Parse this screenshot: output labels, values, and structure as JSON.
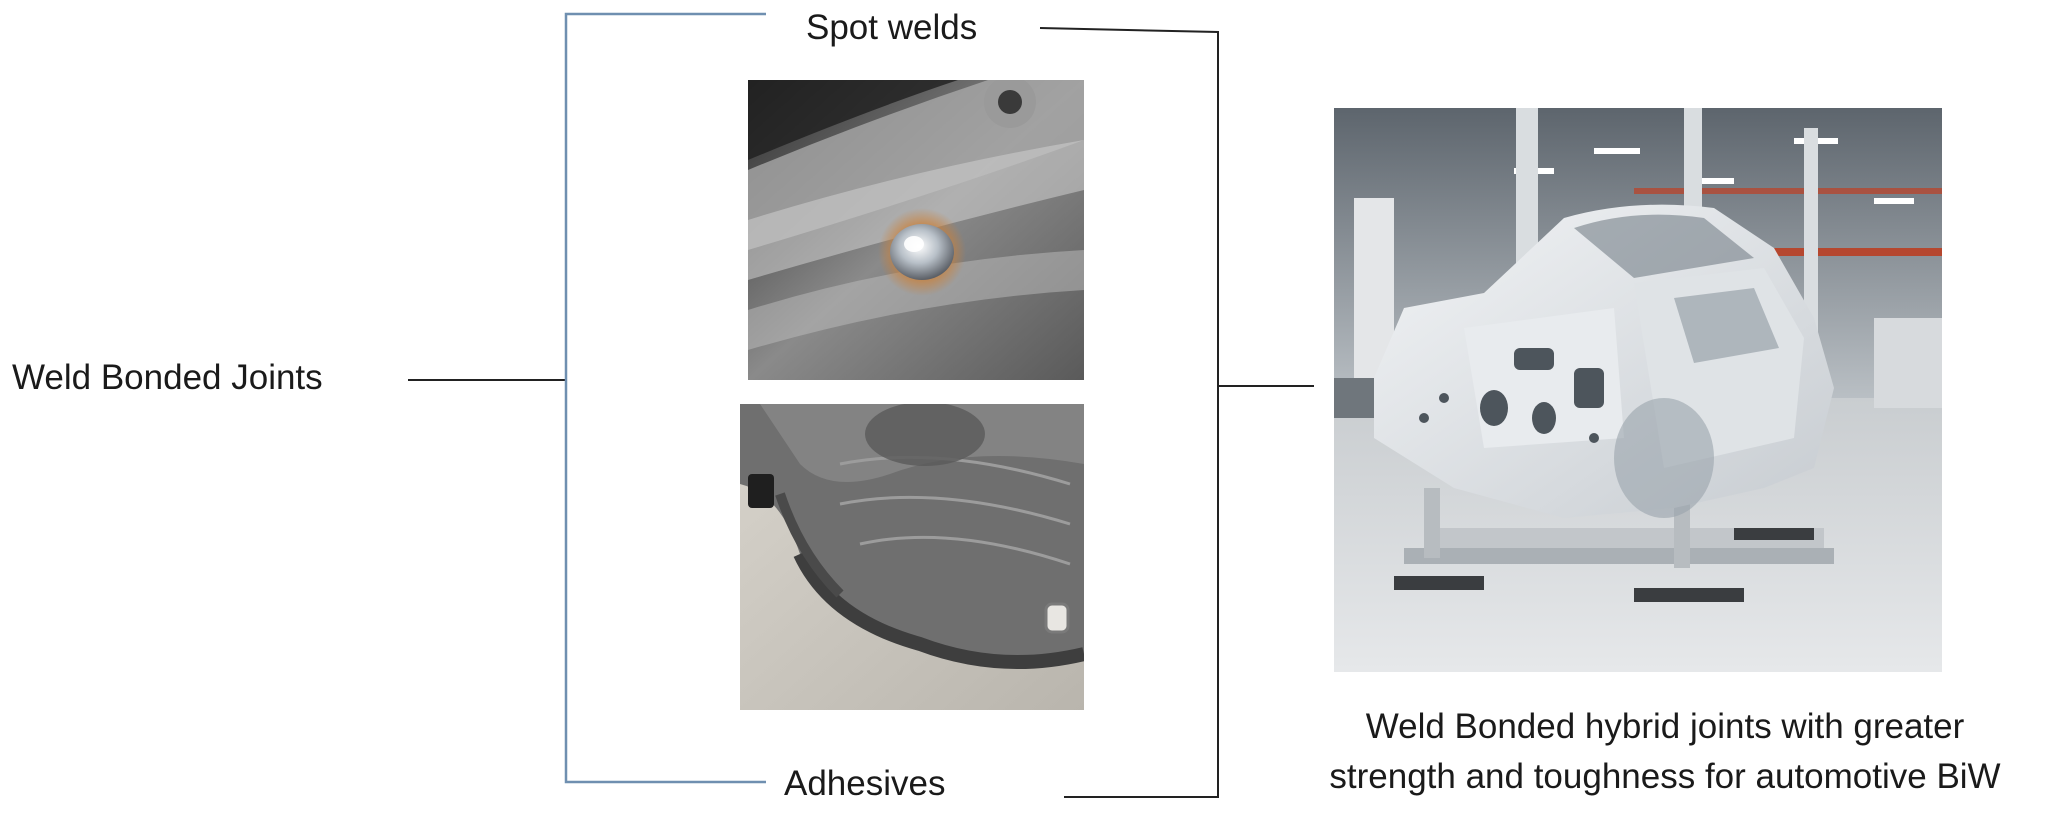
{
  "diagram": {
    "root_label": "Weld Bonded Joints",
    "branch_top_label": "Spot welds",
    "branch_bottom_label": "Adhesives",
    "result_caption_line1": "Weld Bonded hybrid joints with greater",
    "result_caption_line2": "strength and toughness for automotive BiW"
  },
  "colors": {
    "left_bracket": "#6f8fb0",
    "connector": "#222222",
    "text": "#1a1a1a"
  },
  "images": {
    "spot_weld_photo": "spot-weld-closeup",
    "adhesive_photo": "adhesive-bead-closeup",
    "biw_photo": "car-body-in-white-factory"
  }
}
